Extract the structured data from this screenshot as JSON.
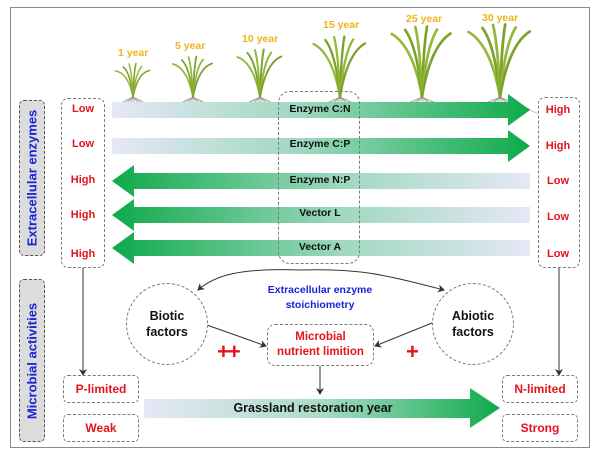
{
  "years": [
    "1 year",
    "5 year",
    "10 year",
    "15 year",
    "25 year",
    "30 year"
  ],
  "side_labels": {
    "top": "Extracellular enzymes",
    "bottom": "Microbial activities"
  },
  "enzyme_rows": [
    {
      "label": "Enzyme C:N",
      "left": "Low",
      "right": "High",
      "direction": "right"
    },
    {
      "label": "Enzyme C:P",
      "left": "Low",
      "right": "High",
      "direction": "right"
    },
    {
      "label": "Enzyme N:P",
      "left": "High",
      "right": "Low",
      "direction": "left"
    },
    {
      "label": "Vector L",
      "left": "High",
      "right": "Low",
      "direction": "left"
    },
    {
      "label": "Vector A",
      "left": "High",
      "right": "Low",
      "direction": "left"
    }
  ],
  "center": {
    "title_line1": "Extracellular enzyme",
    "title_line2": "stoichiometry",
    "biotic_line1": "Biotic",
    "biotic_line2": "factors",
    "abiotic_line1": "Abiotic",
    "abiotic_line2": "factors",
    "limitation_line1": "Microbial",
    "limitation_line2": "nutrient limition",
    "biotic_effect": "++",
    "abiotic_effect": "+"
  },
  "outcomes": {
    "left_limitation": "P-limited",
    "left_strength": "Weak",
    "right_limitation": "N-limited",
    "right_strength": "Strong",
    "timeline_label": "Grassland restoration year"
  },
  "colors": {
    "arrow_green": "#0eaa4a",
    "arrow_fade": "#e3e6f5",
    "level_red": "#e3141b",
    "label_blue": "#1a23d6",
    "year_gold": "#f2b21c"
  }
}
